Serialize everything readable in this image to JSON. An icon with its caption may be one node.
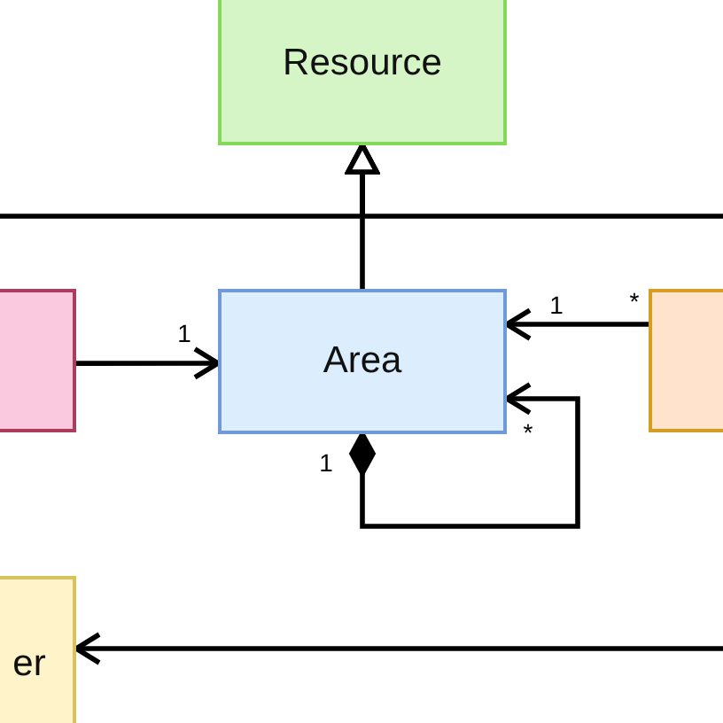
{
  "diagram": {
    "nodes": [
      {
        "text": [
          "Resource"
        ]
      },
      {
        "text": [],
        "shape": "box"
      },
      {
        "text": [
          "Area"
        ]
      },
      {
        "text": [],
        "shape": "box"
      },
      {
        "text": [
          "er"
        ]
      }
    ],
    "edges": [
      {
        "from": 2,
        "to": 0,
        "arrow": "to"
      },
      {
        "from": null,
        "to": 0,
        "arrow": "to"
      },
      {
        "from": null,
        "to": 0,
        "arrow": "to"
      },
      {
        "from": 1,
        "to": 2,
        "arrow": "to"
      },
      {
        "from": 3,
        "to": 2,
        "arrow": "to"
      },
      {
        "from": 2,
        "to": 2,
        "arrow": "to"
      },
      {
        "from": null,
        "to": 4,
        "arrow": "to"
      }
    ],
    "labels": [
      "1",
      "*",
      "1",
      "*",
      "1"
    ]
  }
}
